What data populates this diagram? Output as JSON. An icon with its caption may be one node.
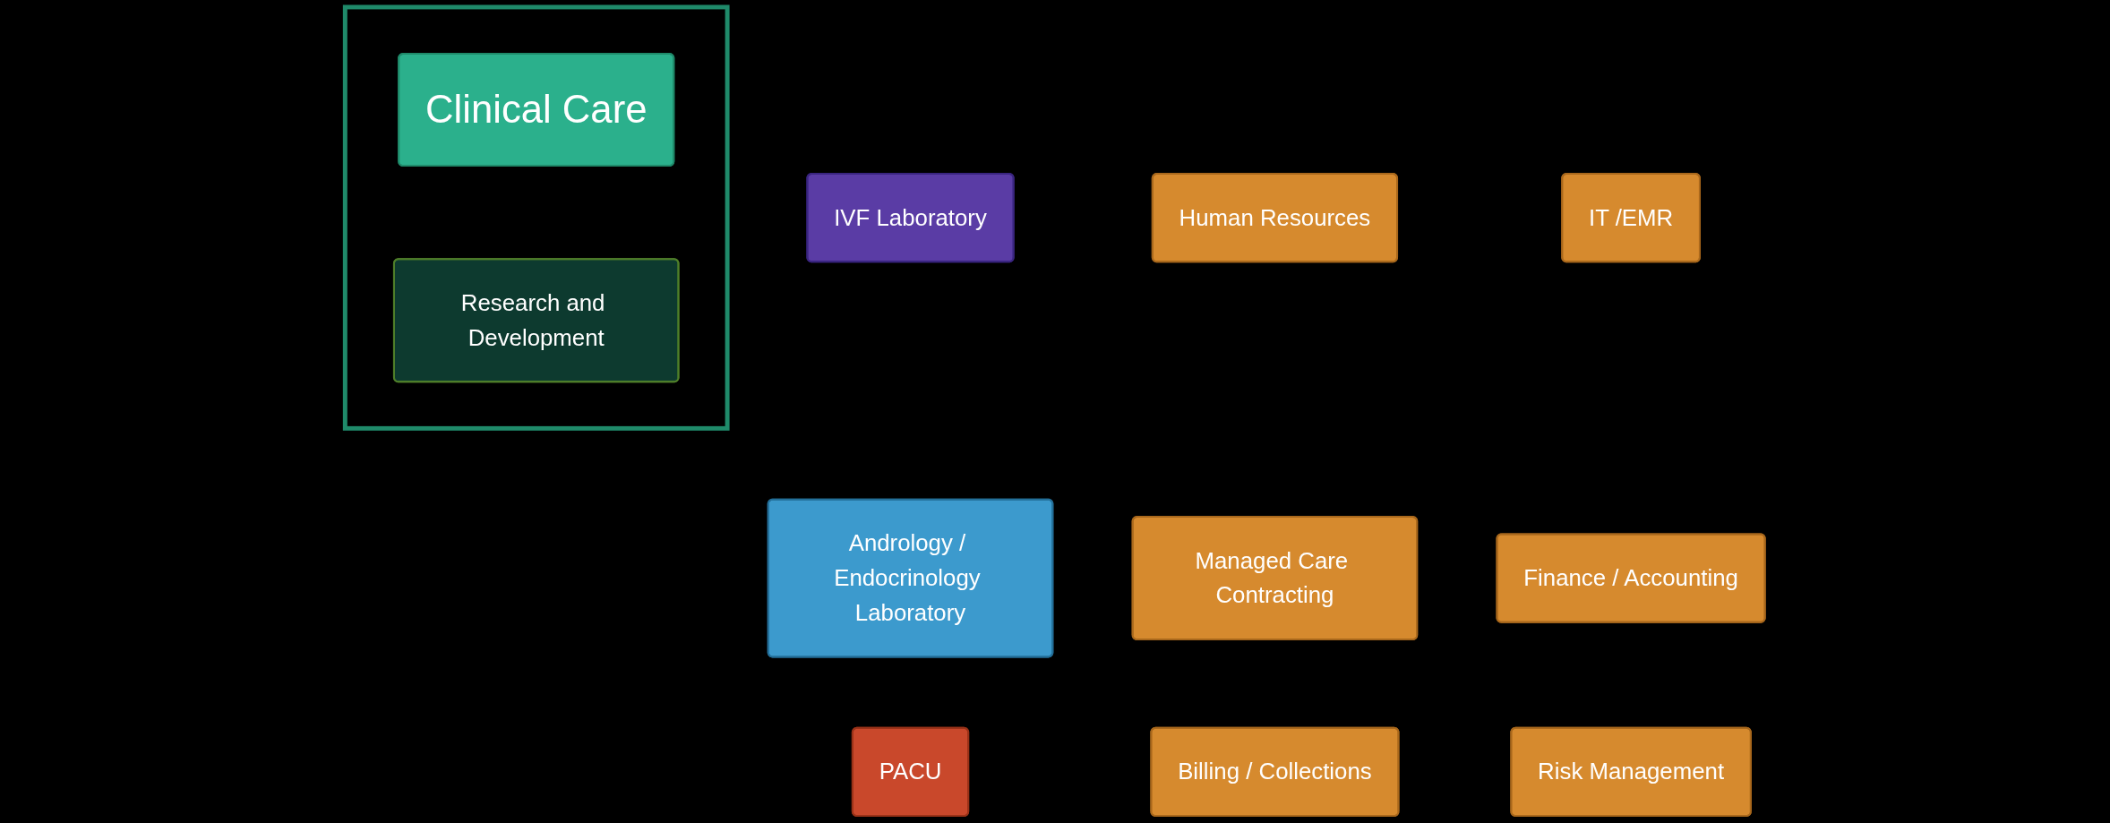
{
  "diagram": {
    "nodes": [
      {
        "text": [],
        "shape": "box"
      },
      {
        "text": [
          "Clinical Care"
        ],
        "in": 0
      },
      {
        "text": [
          "Research and Development"
        ],
        "in": 0
      },
      {
        "text": [
          "IVF Laboratory"
        ]
      },
      {
        "text": [
          "Human Resources"
        ]
      },
      {
        "text": [
          "IT /EMR"
        ]
      },
      {
        "text": [
          "Andrology / Endocrinology Laboratory"
        ]
      },
      {
        "text": [
          "Managed Care Contracting"
        ]
      },
      {
        "text": [
          "Finance / Accounting"
        ]
      },
      {
        "text": [
          "PACU"
        ]
      },
      {
        "text": [
          "Billing / Collections"
        ]
      },
      {
        "text": [
          "Risk Management"
        ]
      }
    ]
  }
}
